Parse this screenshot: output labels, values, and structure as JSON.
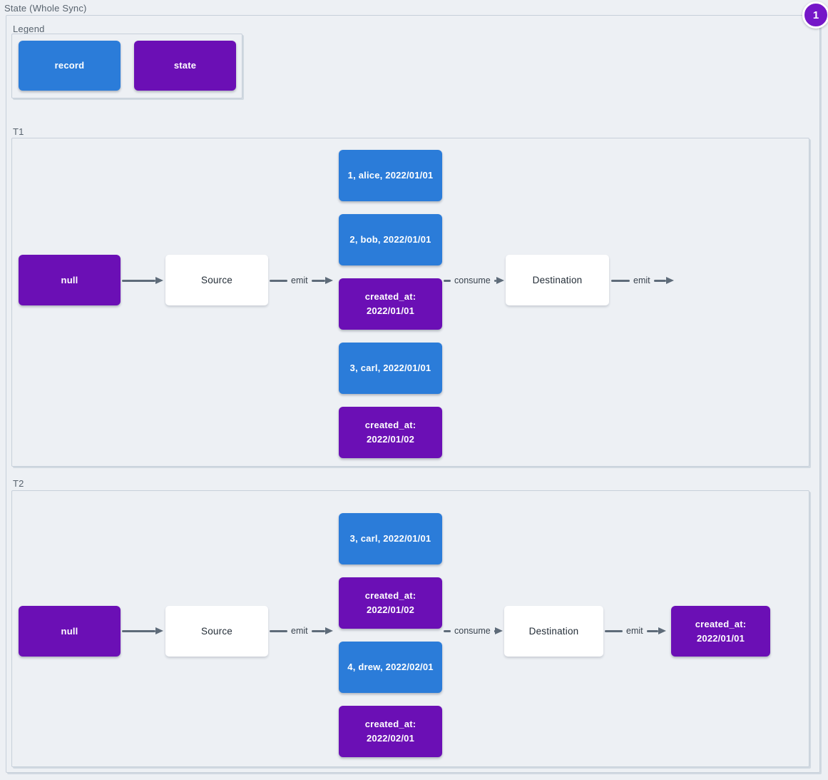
{
  "colors": {
    "record": "#2B7CD9",
    "state": "#6B0FB5",
    "badge": "#7516C8",
    "arrow": "#5E6B79",
    "bg": "#EDF0F4",
    "frame-border": "#C7D0DA"
  },
  "title": "State (Whole Sync)",
  "badge": {
    "label": "1"
  },
  "legend": {
    "label": "Legend",
    "items": [
      {
        "label": "record",
        "type": "record"
      },
      {
        "label": "state",
        "type": "state"
      }
    ]
  },
  "sections": [
    {
      "label": "T1",
      "start": {
        "label": "null",
        "type": "state"
      },
      "source": {
        "label": "Source"
      },
      "emit_label": "emit",
      "consume_label": "consume",
      "destination": {
        "label": "Destination"
      },
      "emit_out_label": "emit",
      "stack": [
        {
          "label": "1, alice, 2022/01/01",
          "type": "record"
        },
        {
          "label": "2, bob, 2022/01/01",
          "type": "record"
        },
        {
          "label": "created_at:\n2022/01/01",
          "type": "state"
        },
        {
          "label": "3, carl, 2022/01/01",
          "type": "record"
        },
        {
          "label": "created_at:\n2022/01/02",
          "type": "state"
        }
      ]
    },
    {
      "label": "T2",
      "start": {
        "label": "null",
        "type": "state"
      },
      "source": {
        "label": "Source"
      },
      "emit_label": "emit",
      "consume_label": "consume",
      "destination": {
        "label": "Destination"
      },
      "emit_out_label": "emit",
      "stack": [
        {
          "label": "3, carl, 2022/01/01",
          "type": "record"
        },
        {
          "label": "created_at:\n2022/01/02",
          "type": "state"
        },
        {
          "label": "4, drew, 2022/02/01",
          "type": "record"
        },
        {
          "label": "created_at:\n2022/02/01",
          "type": "state"
        }
      ],
      "result": {
        "label": "created_at:\n2022/01/01",
        "type": "state"
      }
    }
  ]
}
